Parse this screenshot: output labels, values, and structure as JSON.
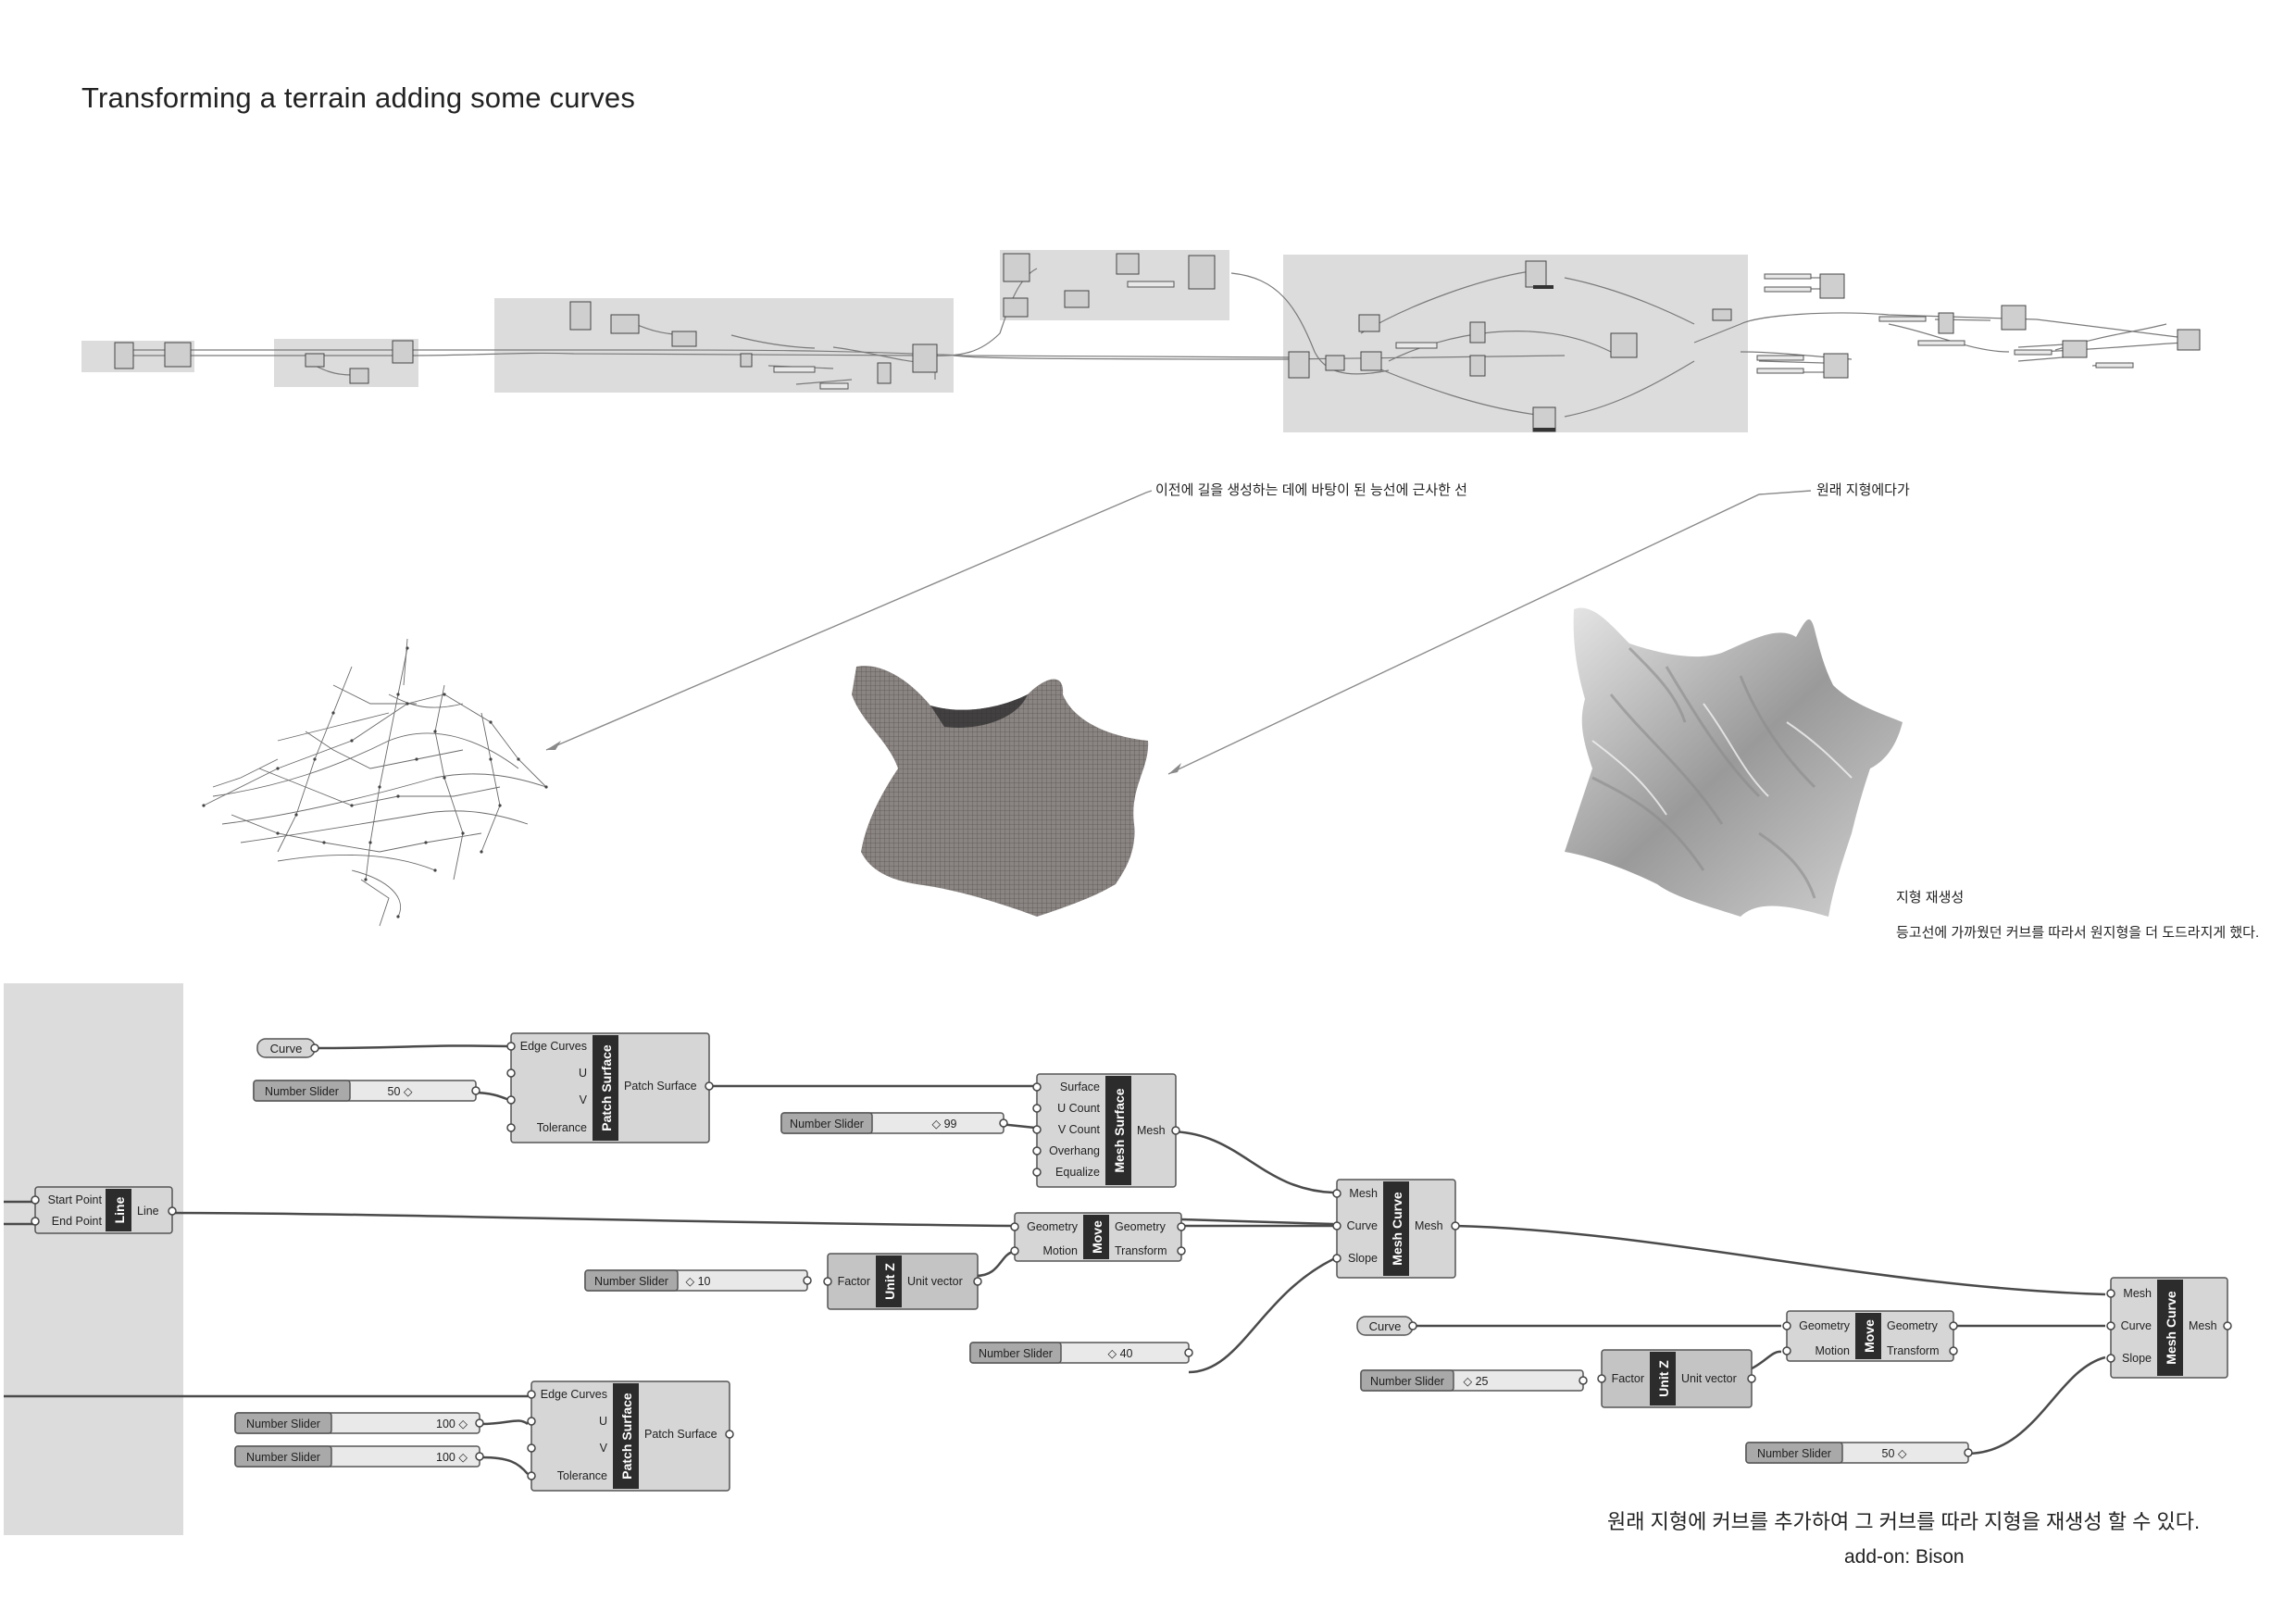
{
  "title": "Transforming a terrain adding some curves",
  "annotations": {
    "line_note": "이전에 길을 생성하는 데에 바탕이 된 능선에 근사한 선",
    "terrain_note": "원래 지형에다가",
    "regen_title": "지형 재생성",
    "regen_desc": "등고선에 가까웠던 커브를 따라서 원지형을 더 도드라지게 했다.",
    "bottom_caption": "원래 지형에 커브를 추가하여 그 커브를 따라 지형을 재생성 할 수 있다.",
    "addon": "add-on: Bison"
  },
  "colors": {
    "group_bg": "#dcdcdc",
    "node_fill": "#d9d9d9",
    "node_stroke": "#555555",
    "label_fill": "#2c2c2c",
    "wire": "#4a4a4a"
  },
  "gh": {
    "curve1": "Curve",
    "slider_patch_u": {
      "label": "Number Slider",
      "value": "50 ◇"
    },
    "patch1": {
      "name": "Patch Surface",
      "inputs": [
        "Edge Curves",
        "U",
        "V",
        "Tolerance"
      ],
      "output": "Patch Surface"
    },
    "slider_mesh": {
      "label": "Number Slider",
      "value": "◇ 99"
    },
    "mesh_surface": {
      "name": "Mesh Surface",
      "inputs": [
        "Surface",
        "U Count",
        "V Count",
        "Overhang",
        "Equalize"
      ],
      "output": "Mesh"
    },
    "line": {
      "name": "Line",
      "inputs": [
        "Start Point",
        "End Point"
      ],
      "output": "Line"
    },
    "move1": {
      "name": "Move",
      "inputs": [
        "Geometry",
        "Motion"
      ],
      "outputs": [
        "Geometry",
        "Transform"
      ]
    },
    "slider_unitz1": {
      "label": "Number Slider",
      "value": "◇ 10"
    },
    "unitz1": {
      "name": "Unit Z",
      "input": "Factor",
      "output": "Unit vector"
    },
    "slider_slope1": {
      "label": "Number Slider",
      "value": "◇ 40"
    },
    "mesh_curve1": {
      "name": "Mesh Curve",
      "inputs": [
        "Mesh",
        "Curve",
        "Slope"
      ],
      "output": "Mesh"
    },
    "patch2": {
      "name": "Patch Surface",
      "inputs": [
        "Edge Curves",
        "U",
        "V",
        "Tolerance"
      ],
      "output": "Patch Surface"
    },
    "slider_patch2_u": {
      "label": "Number Slider",
      "value": "100 ◇"
    },
    "slider_patch2_v": {
      "label": "Number Slider",
      "value": "100 ◇"
    },
    "curve2": "Curve",
    "move2": {
      "name": "Move",
      "inputs": [
        "Geometry",
        "Motion"
      ],
      "outputs": [
        "Geometry",
        "Transform"
      ]
    },
    "slider_unitz2": {
      "label": "Number Slider",
      "value": "◇ 25"
    },
    "unitz2": {
      "name": "Unit Z",
      "input": "Factor",
      "output": "Unit vector"
    },
    "slider_slope2": {
      "label": "Number Slider",
      "value": "50 ◇"
    },
    "mesh_curve2": {
      "name": "Mesh Curve",
      "inputs": [
        "Mesh",
        "Curve",
        "Slope"
      ],
      "output": "Mesh"
    }
  }
}
